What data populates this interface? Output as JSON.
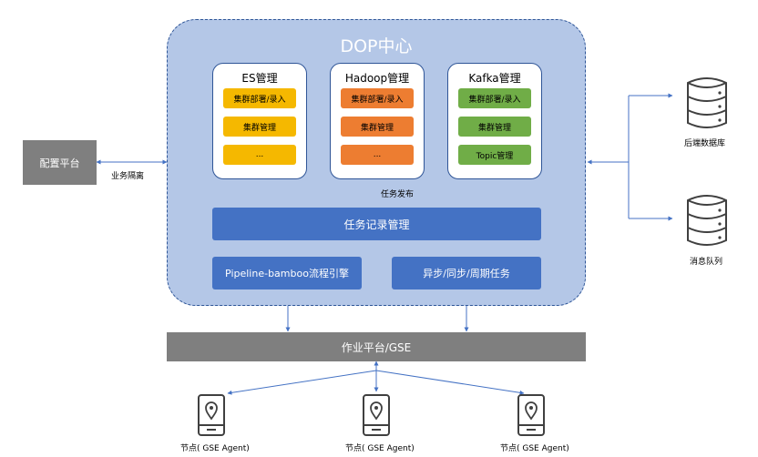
{
  "dop": {
    "title": "DOP中心",
    "modules": [
      {
        "title": "ES管理",
        "items": [
          "集群部署/录入",
          "集群管理",
          "..."
        ]
      },
      {
        "title": "Hadoop管理",
        "items": [
          "集群部署/录入",
          "集群管理",
          "..."
        ]
      },
      {
        "title": "Kafka管理",
        "items": [
          "集群部署/录入",
          "集群管理",
          "Topic管理"
        ]
      }
    ],
    "task_publish_label": "任务发布",
    "task_record": "任务记录管理",
    "pipeline": "Pipeline-bamboo流程引擎",
    "async": "异步/同步/周期任务"
  },
  "config_platform": {
    "label": "配置平台",
    "edge_label": "业务隔离"
  },
  "job_platform": "作业平台/GSE",
  "storage": {
    "backend_db": "后端数据库",
    "message_queue": "消息队列"
  },
  "nodes": [
    "节点( GSE Agent)",
    "节点( GSE Agent)",
    "节点( GSE Agent)"
  ],
  "colors": {
    "container": "#b4c7e7",
    "accent": "#4472c4",
    "orange": "#f5b800",
    "dark_orange": "#ed7d31",
    "green": "#70ad47",
    "gray": "#7f7f7f"
  }
}
